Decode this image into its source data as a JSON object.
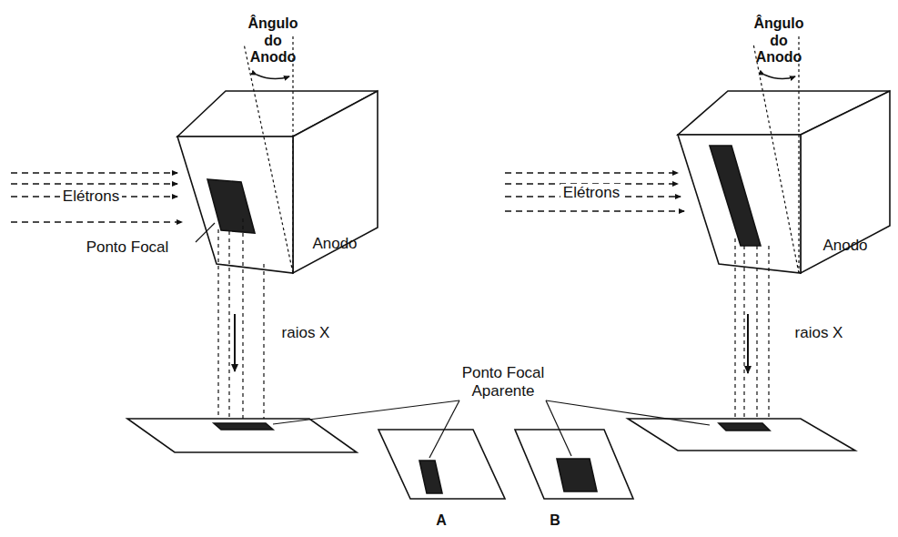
{
  "diagram": {
    "labels": [
      "Ângulo do Anodo",
      "Elétrons",
      "Ponto Focal",
      "Anodo",
      "raios X",
      "Ponto Focal Aparente",
      "A",
      "B",
      "Ângulo do Anodo",
      "Elétrons",
      "Anodo",
      "raios X"
    ]
  }
}
